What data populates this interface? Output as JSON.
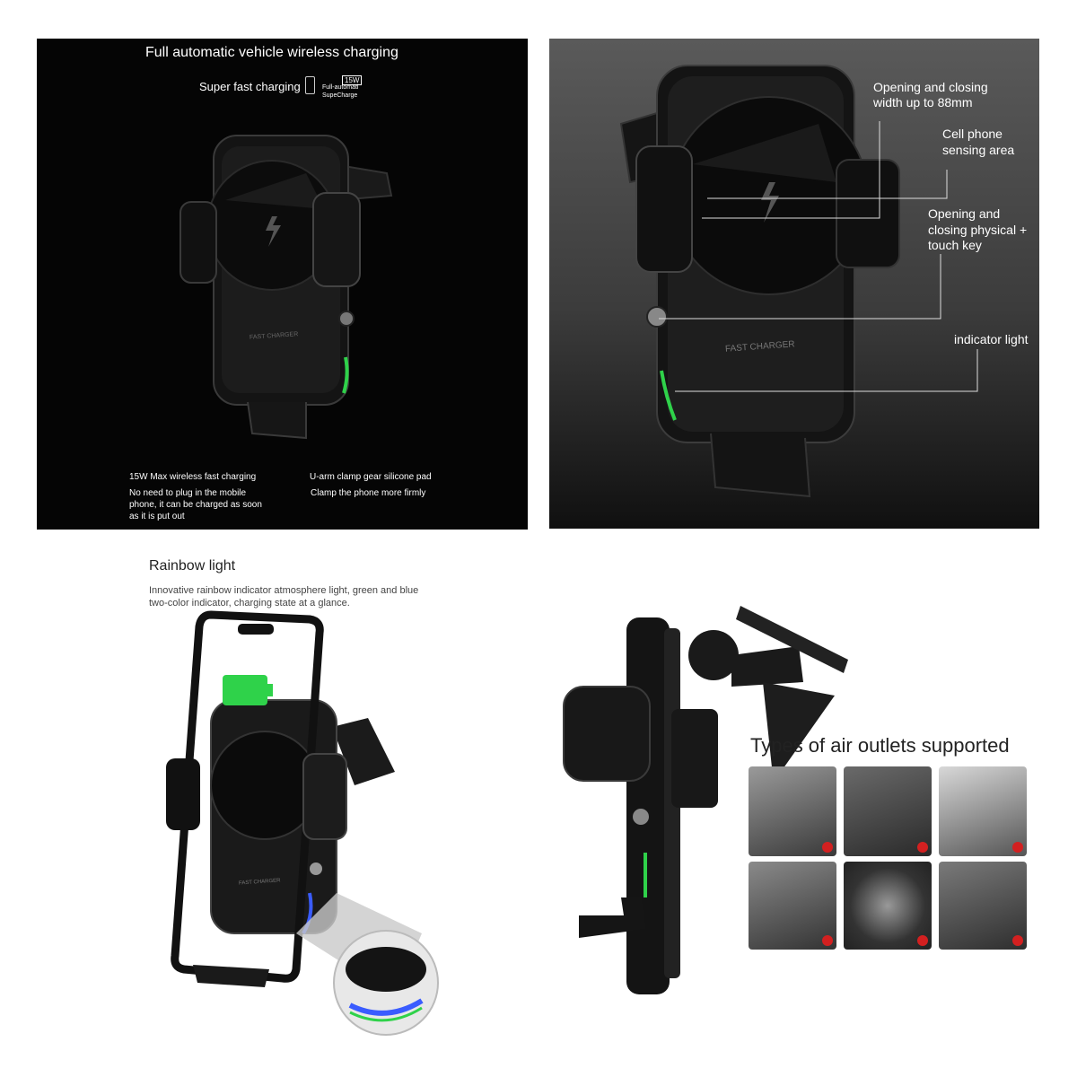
{
  "panel1": {
    "title": "Full automatic vehicle wireless charging",
    "badge_label": "Super fast charging",
    "badge_watt": "15W",
    "badge_line1": "Full-automati",
    "badge_line2": "SupeCharge",
    "device_label": "FAST CHARGER",
    "feature1_title": "15W Max wireless fast charging",
    "feature1_line1": "No need to plug in the mobile",
    "feature1_line2": "phone, it can be charged as soon",
    "feature1_line3": "as it is put out",
    "feature2_title": "U-arm clamp gear silicone pad",
    "feature2_desc": "Clamp the phone more firmly"
  },
  "panel2": {
    "callout1_line1": "Opening and closing",
    "callout1_line2": "width up to 88mm",
    "callout2_line1": "Cell phone",
    "callout2_line2": "sensing area",
    "callout3_line1": "Opening and",
    "callout3_line2": "closing physical +",
    "callout3_line3": "touch key",
    "callout4": "indicator light",
    "device_label": "FAST CHARGER"
  },
  "panel3": {
    "title": "Rainbow light",
    "desc_line1": "Innovative rainbow indicator atmosphere light, green and blue",
    "desc_line2": "two-color indicator, charging state at a glance.",
    "device_label": "FAST CHARGER"
  },
  "panel4": {
    "title": "Types of air outlets supported"
  },
  "colors": {
    "dark_bg": "#050505",
    "grey_bg": "#4a4a4a",
    "green_led": "#2fd24a",
    "blue_led": "#3a5cff",
    "check_red": "#d32020"
  }
}
